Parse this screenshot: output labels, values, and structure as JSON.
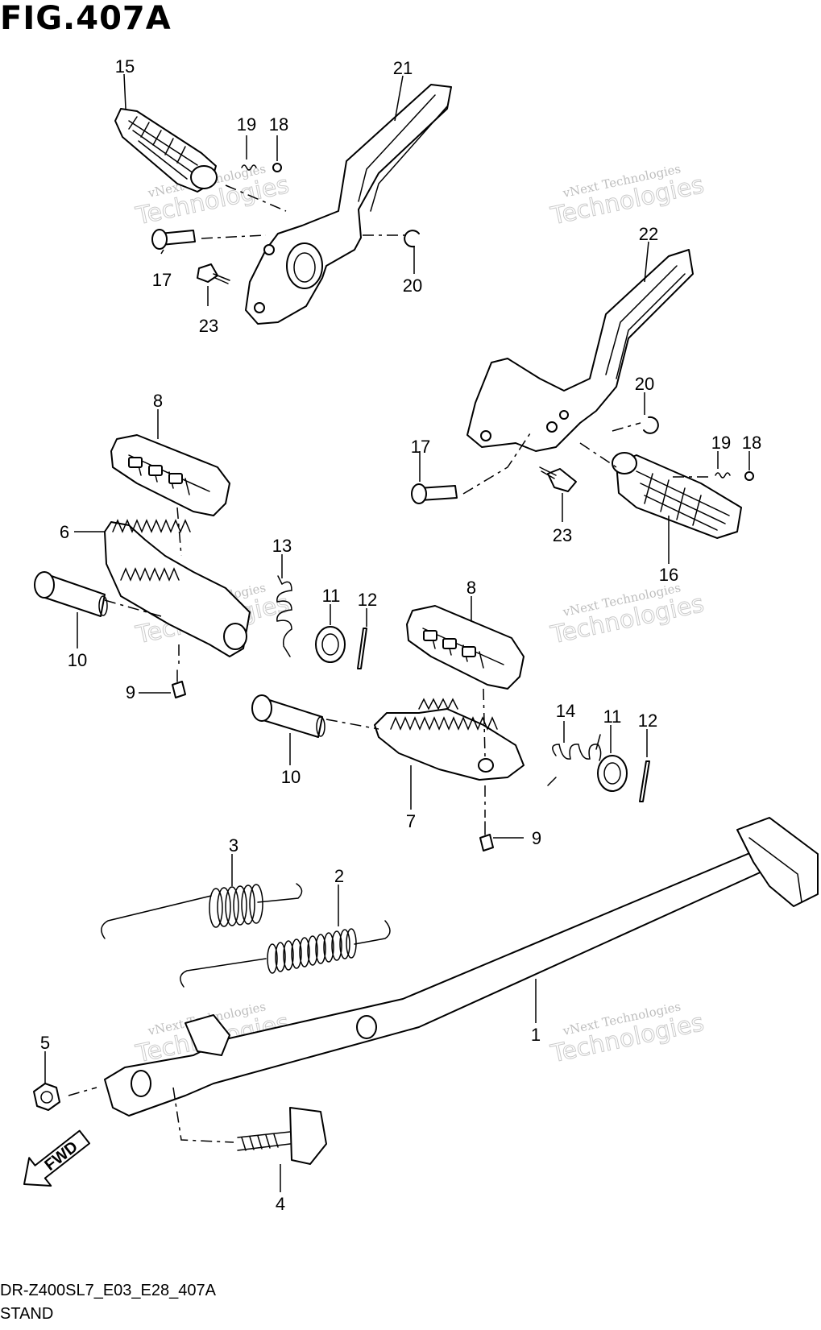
{
  "figure": {
    "title": "FIG.407A",
    "model_code": "DR-Z400SL7_E03_E28_407A",
    "section_name": "STAND"
  },
  "fwd_label": "FWD",
  "watermark": {
    "line1": "vNext Technologies",
    "line2": "Technologies"
  },
  "callouts": [
    {
      "id": "c15",
      "label": "15"
    },
    {
      "id": "c21",
      "label": "21"
    },
    {
      "id": "c19a",
      "label": "19"
    },
    {
      "id": "c18a",
      "label": "18"
    },
    {
      "id": "c17a",
      "label": "17"
    },
    {
      "id": "c20a",
      "label": "20"
    },
    {
      "id": "c23a",
      "label": "23"
    },
    {
      "id": "c22",
      "label": "22"
    },
    {
      "id": "c20b",
      "label": "20"
    },
    {
      "id": "c19b",
      "label": "19"
    },
    {
      "id": "c18b",
      "label": "18"
    },
    {
      "id": "c17b",
      "label": "17"
    },
    {
      "id": "c23b",
      "label": "23"
    },
    {
      "id": "c16",
      "label": "16"
    },
    {
      "id": "c8a",
      "label": "8"
    },
    {
      "id": "c6",
      "label": "6"
    },
    {
      "id": "c13",
      "label": "13"
    },
    {
      "id": "c11a",
      "label": "11"
    },
    {
      "id": "c12a",
      "label": "12"
    },
    {
      "id": "c10a",
      "label": "10"
    },
    {
      "id": "c9a",
      "label": "9"
    },
    {
      "id": "c8b",
      "label": "8"
    },
    {
      "id": "c14",
      "label": "14"
    },
    {
      "id": "c11b",
      "label": "11"
    },
    {
      "id": "c12b",
      "label": "12"
    },
    {
      "id": "c10b",
      "label": "10"
    },
    {
      "id": "c7",
      "label": "7"
    },
    {
      "id": "c9b",
      "label": "9"
    },
    {
      "id": "c3",
      "label": "3"
    },
    {
      "id": "c2",
      "label": "2"
    },
    {
      "id": "c1",
      "label": "1"
    },
    {
      "id": "c5",
      "label": "5"
    },
    {
      "id": "c4",
      "label": "4"
    }
  ]
}
